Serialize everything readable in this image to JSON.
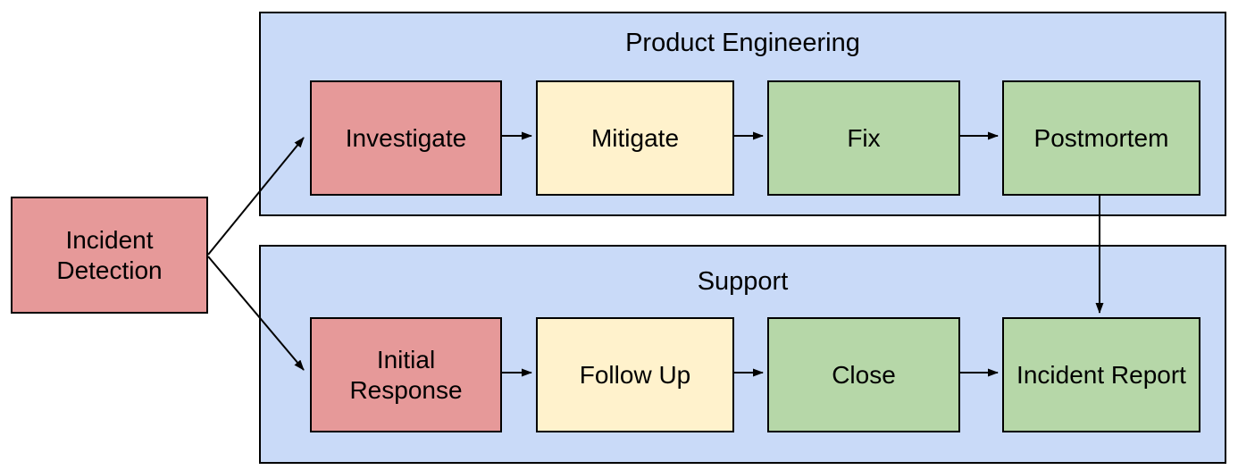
{
  "diagram": {
    "type": "flowchart-swimlane",
    "start": {
      "label": "Incident Detection",
      "color": "red"
    },
    "lanes": [
      {
        "label": "Product Engineering",
        "steps": [
          {
            "label": "Investigate",
            "color": "red"
          },
          {
            "label": "Mitigate",
            "color": "yellow"
          },
          {
            "label": "Fix",
            "color": "green"
          },
          {
            "label": "Postmortem",
            "color": "green"
          }
        ]
      },
      {
        "label": "Support",
        "steps": [
          {
            "label": "Initial Response",
            "color": "red"
          },
          {
            "label": "Follow Up",
            "color": "yellow"
          },
          {
            "label": "Close",
            "color": "green"
          },
          {
            "label": "Incident Report",
            "color": "green"
          }
        ]
      }
    ],
    "connections": [
      {
        "from": "Incident Detection",
        "to": "Investigate"
      },
      {
        "from": "Incident Detection",
        "to": "Initial Response"
      },
      {
        "from": "Investigate",
        "to": "Mitigate"
      },
      {
        "from": "Mitigate",
        "to": "Fix"
      },
      {
        "from": "Fix",
        "to": "Postmortem"
      },
      {
        "from": "Initial Response",
        "to": "Follow Up"
      },
      {
        "from": "Follow Up",
        "to": "Close"
      },
      {
        "from": "Close",
        "to": "Incident Report"
      },
      {
        "from": "Postmortem",
        "to": "Incident Report"
      }
    ],
    "colors": {
      "step_red": "#E69999",
      "step_yellow": "#FFF2CC",
      "step_green": "#B6D7A8",
      "lane_background": "#C9DAF8",
      "border": "#000000",
      "canvas_background": "#FFFFFF"
    }
  }
}
